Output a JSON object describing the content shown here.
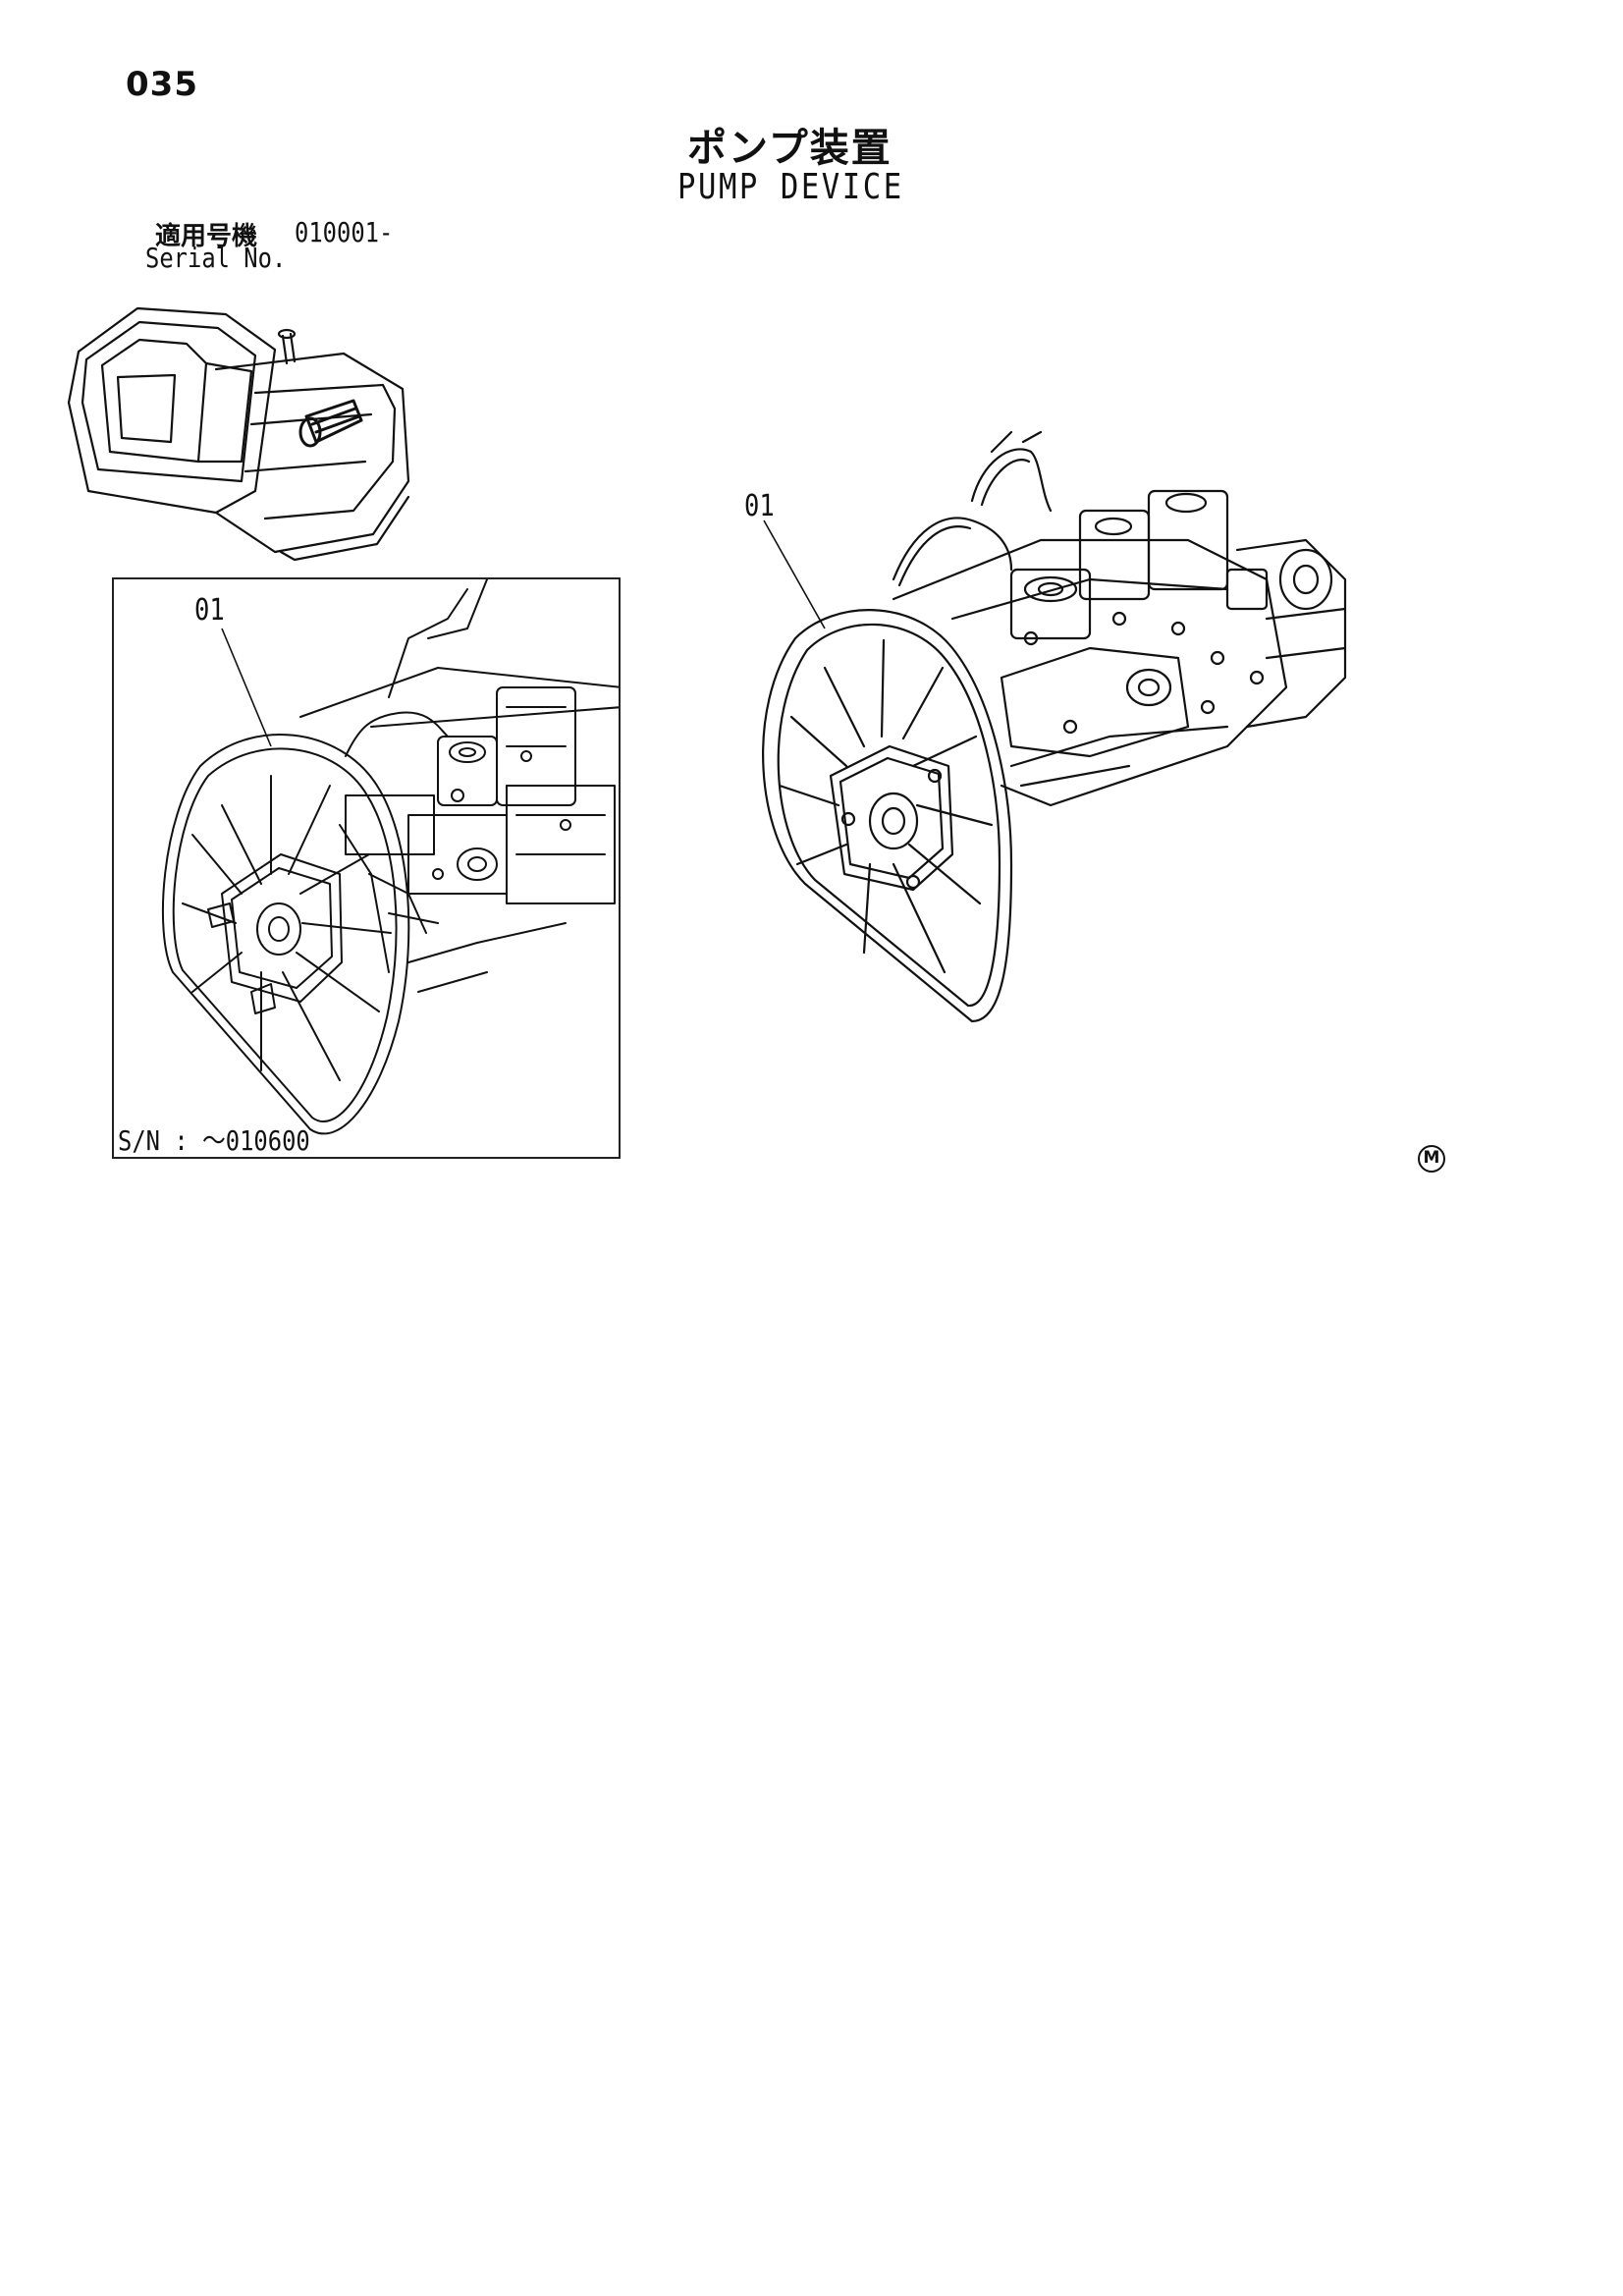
{
  "header": {
    "page_number": "035",
    "title_ja": "ポンプ装置",
    "title_en": "PUMP DEVICE"
  },
  "serial": {
    "label_ja": "適用号機",
    "value": "010001-",
    "label_en": "Serial No."
  },
  "inset": {
    "part_label": "01",
    "sn_text": "S/N :  ～010600"
  },
  "main_drawing": {
    "part_label": "01"
  },
  "mark": {
    "text": "M"
  }
}
